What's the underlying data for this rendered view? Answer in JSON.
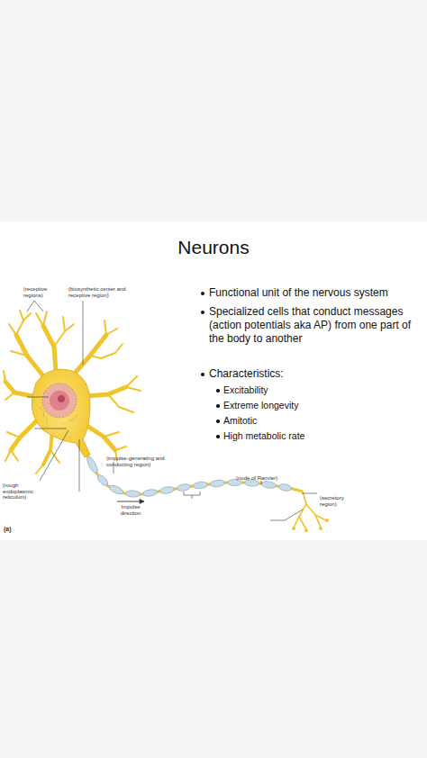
{
  "diagram": {
    "title": "Neurons",
    "labels": [
      "(receptive regions)",
      "(biosynthetic center and receptive region)",
      "(rough endoplasmic reticulum)",
      "(impulse-generating and conducting region)",
      "Impulse direction",
      "(node of Ranvier)",
      "(secretory region)",
      "(a)",
      "Functional unit of the nervous system",
      "Specialized cells that conduct messages (action potentials aka AP) from one part of the body to another",
      "Characteristics:",
      "Excitability",
      "Extreme longevity",
      "Amitotic",
      "High metabolic rate"
    ]
  }
}
